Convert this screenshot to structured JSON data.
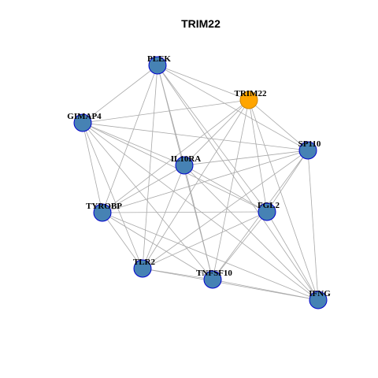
{
  "title": "TRIM22",
  "colors": {
    "node_fill": "#4682B4",
    "node_stroke": "#0000CD",
    "focus_fill": "#FFA500",
    "focus_stroke": "#CD8500",
    "edge": "#A9A9A9",
    "background": "#FFFFFF"
  },
  "nodes": [
    {
      "id": "PLEK",
      "label": "PLEK",
      "focus": false
    },
    {
      "id": "TRIM22",
      "label": "TRIM22",
      "focus": true
    },
    {
      "id": "GIMAP4",
      "label": "GIMAP4",
      "focus": false
    },
    {
      "id": "SP110",
      "label": "SP110",
      "focus": false
    },
    {
      "id": "IL10RA",
      "label": "IL10RA",
      "focus": false
    },
    {
      "id": "TYROBP",
      "label": "TYROBP",
      "focus": false
    },
    {
      "id": "FGL2",
      "label": "FGL2",
      "focus": false
    },
    {
      "id": "TLR2",
      "label": "TLR2",
      "focus": false
    },
    {
      "id": "TNFSF10",
      "label": "TNFSF10",
      "focus": false
    },
    {
      "id": "IFNG",
      "label": "IFNG",
      "focus": false
    }
  ],
  "edges": [
    [
      "PLEK",
      "TRIM22"
    ],
    [
      "PLEK",
      "SP110"
    ],
    [
      "PLEK",
      "GIMAP4"
    ],
    [
      "PLEK",
      "IL10RA"
    ],
    [
      "PLEK",
      "TYROBP"
    ],
    [
      "PLEK",
      "FGL2"
    ],
    [
      "PLEK",
      "TLR2"
    ],
    [
      "PLEK",
      "TNFSF10"
    ],
    [
      "PLEK",
      "IFNG"
    ],
    [
      "TRIM22",
      "SP110"
    ],
    [
      "TRIM22",
      "GIMAP4"
    ],
    [
      "TRIM22",
      "IL10RA"
    ],
    [
      "TRIM22",
      "TYROBP"
    ],
    [
      "TRIM22",
      "FGL2"
    ],
    [
      "TRIM22",
      "TLR2"
    ],
    [
      "TRIM22",
      "TNFSF10"
    ],
    [
      "TRIM22",
      "IFNG"
    ],
    [
      "GIMAP4",
      "IL10RA"
    ],
    [
      "GIMAP4",
      "TYROBP"
    ],
    [
      "GIMAP4",
      "FGL2"
    ],
    [
      "GIMAP4",
      "TLR2"
    ],
    [
      "GIMAP4",
      "TNFSF10"
    ],
    [
      "GIMAP4",
      "SP110"
    ],
    [
      "GIMAP4",
      "IFNG"
    ],
    [
      "SP110",
      "IL10RA"
    ],
    [
      "SP110",
      "TYROBP"
    ],
    [
      "SP110",
      "FGL2"
    ],
    [
      "SP110",
      "TLR2"
    ],
    [
      "SP110",
      "TNFSF10"
    ],
    [
      "SP110",
      "IFNG"
    ],
    [
      "IL10RA",
      "TYROBP"
    ],
    [
      "IL10RA",
      "FGL2"
    ],
    [
      "IL10RA",
      "TLR2"
    ],
    [
      "IL10RA",
      "TNFSF10"
    ],
    [
      "IL10RA",
      "IFNG"
    ],
    [
      "TYROBP",
      "FGL2"
    ],
    [
      "TYROBP",
      "TLR2"
    ],
    [
      "TYROBP",
      "TNFSF10"
    ],
    [
      "TYROBP",
      "IFNG"
    ],
    [
      "FGL2",
      "TLR2"
    ],
    [
      "FGL2",
      "TNFSF10"
    ],
    [
      "FGL2",
      "IFNG"
    ],
    [
      "TLR2",
      "TNFSF10"
    ],
    [
      "TLR2",
      "IFNG"
    ],
    [
      "TNFSF10",
      "IFNG"
    ]
  ]
}
